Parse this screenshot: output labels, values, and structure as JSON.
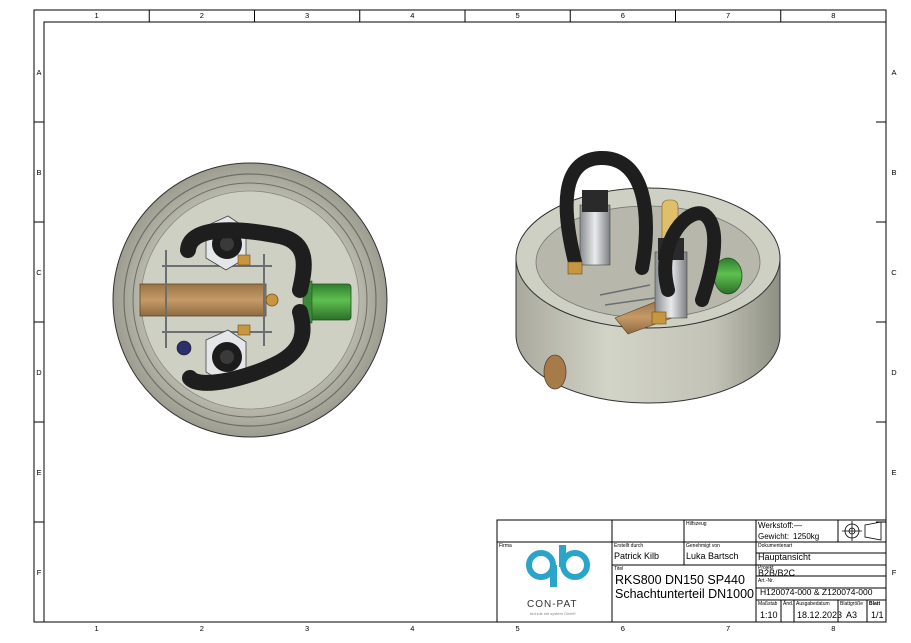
{
  "frame": {
    "columns": [
      "1",
      "2",
      "3",
      "4",
      "5",
      "6",
      "7",
      "8"
    ],
    "rows": [
      "A",
      "B",
      "C",
      "D",
      "E",
      "F"
    ]
  },
  "title_block": {
    "labels": {
      "firma": "Firma",
      "hilfszeug": "Hilfszeug",
      "werkstoff": "Werkstoff:",
      "gewicht": "Gewicht:",
      "erstellt": "Erstellt durch",
      "genehmigt": "Genehmigt von",
      "dokumentenart": "Dokumentenart",
      "titel": "Titel",
      "projekt": "Projekt",
      "artnr": "Art.-Nr.",
      "massstab": "Maßstab",
      "aend": "Änd.",
      "ausgabedatum": "Ausgabedatum",
      "blattgroesse": "Blattgröße",
      "blatt": "Blatt"
    },
    "werkstoff_value": "—",
    "gewicht_value": "1250kg",
    "erstellt_value": "Patrick Kilb",
    "genehmigt_value": "Luka Bartsch",
    "dokumentenart_value": "Hauptansicht",
    "titel_line1": "RKS800 DN150 SP440",
    "titel_line2": "Schachtunterteil DN1000",
    "projekt_value": "B2B/B2C",
    "artnr_value": "H120074-000 & Z120074-000",
    "massstab_value": "1:10",
    "ausgabedatum_value": "18.12.2023",
    "blattgroesse_value": "A3",
    "blatt_value": "1/1",
    "logo_text": "CON-PAT",
    "logo_tagline": "technik mit system GmbH"
  },
  "colors": {
    "concrete": "#c7c8bc",
    "concrete_dark": "#a5a699",
    "hose": "#1e1e1e",
    "pipe_green": "#3f9a3d",
    "pipe_brown": "#b58a5a",
    "brass": "#c7963e",
    "logo_blue": "#2aa5c9"
  }
}
